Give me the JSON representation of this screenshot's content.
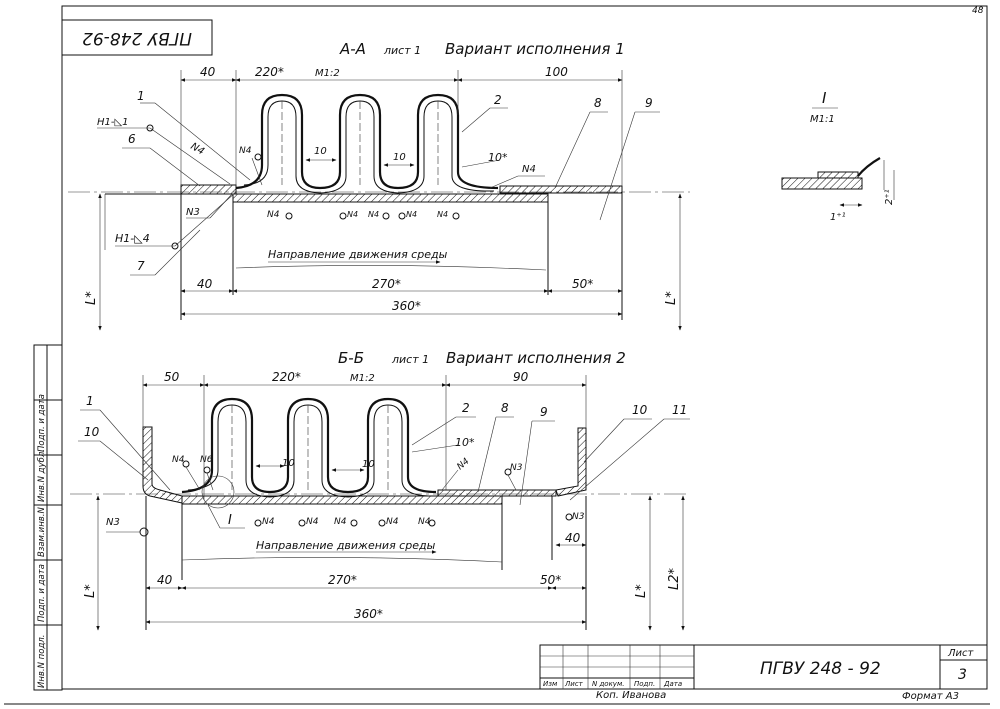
{
  "stamp_mirrored": "ПГВУ 248-92",
  "sheet_corner_number": "48",
  "view_a": {
    "title": "А-А",
    "sheet_ref": "лист 1",
    "variant": "Вариант исполнения 1",
    "scale": "М1:2",
    "flow_direction": "Направление движения среды",
    "dims": {
      "top_left": "40",
      "top_mid": "220*",
      "top_right": "100",
      "bottom_left": "40",
      "bottom_mid": "270*",
      "bottom_right": "50*",
      "overall": "360*",
      "pitch_1": "10",
      "pitch_2": "10",
      "pitch_3": "10*",
      "side_L": "L*",
      "side_L_right": "L*"
    },
    "callouts": [
      "1",
      "2",
      "6",
      "7",
      "8",
      "9"
    ],
    "weld_symbols": {
      "h1_top": "Н1-◺1",
      "h1_bottom": "Н1-◺4",
      "n4_lead": "N4",
      "n3": "N3",
      "n4_labels": [
        "N4",
        "N4",
        "N4",
        "N4",
        "N4",
        "N4",
        "N4"
      ]
    }
  },
  "view_b": {
    "title": "Б-Б",
    "sheet_ref": "лист 1",
    "variant": "Вариант исполнения 2",
    "scale": "М1:2",
    "flow_direction": "Направление движения среды",
    "detail_ref": "I",
    "dims": {
      "top_left": "50",
      "top_mid": "220*",
      "top_right": "90",
      "bottom_left": "40",
      "bottom_mid": "270*",
      "bottom_right": "50*",
      "overall": "360*",
      "right_40": "40",
      "pitch_1": "10",
      "pitch_2": "10",
      "pitch_3": "10*",
      "side_L": "L*",
      "side_L_right": "L*",
      "side_L2": "L2*"
    },
    "callouts": [
      "1",
      "10",
      "2",
      "8",
      "9",
      "10",
      "11"
    ],
    "weld_symbols": {
      "n3_left": "N3",
      "n4": "N4",
      "n6": "N6",
      "n4_right": "N4",
      "n3_right_top": "N3",
      "n3_right_bottom": "N3",
      "n4_labels": [
        "N4",
        "N4",
        "N4",
        "N4",
        "N4"
      ]
    }
  },
  "detail_i": {
    "title": "I",
    "scale": "М1:1",
    "dim_left": "1⁺¹",
    "dim_right": "2⁺¹"
  },
  "margin_strip": [
    "Инв.N подл.",
    "Подп. и дата",
    "Взам.инв.N",
    "Инв.N дубл.",
    "Подп. и дата"
  ],
  "title_block": {
    "headers": [
      "Изм",
      "Лист",
      "N докум.",
      "Подп.",
      "Дата"
    ],
    "designation": "ПГВУ 248 - 92",
    "sheet_label": "Лист",
    "sheet_number": "3",
    "copied_by": "Коп. Иванова",
    "format": "Формат А3"
  }
}
